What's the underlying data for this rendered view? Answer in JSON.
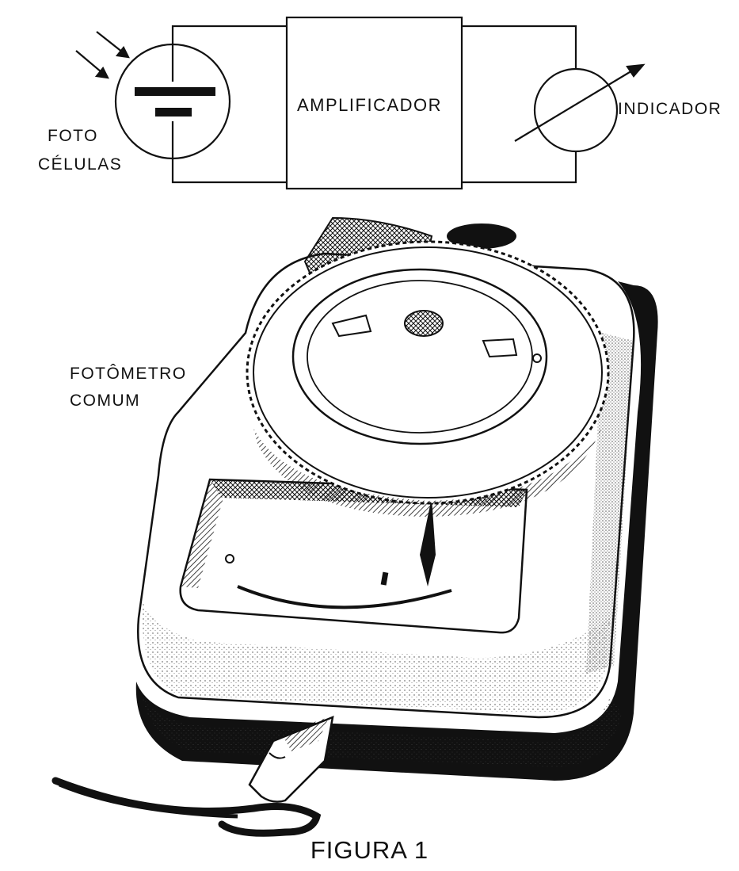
{
  "block_diagram": {
    "photocells_label_line1": "FOTO",
    "photocells_label_line2": "CÉLULAS",
    "amplifier_label": "AMPLIFICADOR",
    "indicator_label": "INDICADOR"
  },
  "illustration": {
    "label_line1": "FOTÔMETRO",
    "label_line2": "COMUM"
  },
  "caption": "FIGURA 1",
  "colors": {
    "ink": "#111111",
    "paper": "#ffffff"
  }
}
